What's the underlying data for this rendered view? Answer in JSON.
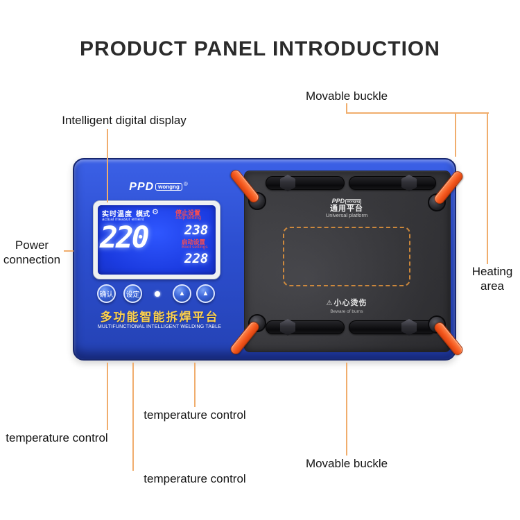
{
  "title": "PRODUCT PANEL INTRODUCTION",
  "callouts": {
    "movable_buckle_top": "Movable buckle",
    "intelligent_display": "Intelligent digital display",
    "power_connection": "Power connection",
    "heating_area": "Heating area",
    "temperature_control_left": "temperature control",
    "temperature_control_mid": "temperature control",
    "temperature_control_bottom": "temperature control",
    "movable_buckle_bottom": "Movable buckle"
  },
  "device": {
    "brand": {
      "name": "PPD",
      "sub": "wongng",
      "reg": "®"
    },
    "lcd": {
      "realtime_cn": "实时温度",
      "mode_cn": "模式",
      "gear_icon": "⚙",
      "stop_setting_cn": "停止设置",
      "stop_setting_en": "Stop setting",
      "actual_en": "actual measur ement",
      "current_temp": "220",
      "stop_temp": "238",
      "boot_setting_cn": "启动设置",
      "boot_setting_en": "Boot settings",
      "boot_temp": "228"
    },
    "buttons": {
      "confirm": "确认",
      "set": "设定",
      "up_icon": "▲"
    },
    "panel_title_cn": "多功能智能拆焊平台",
    "panel_title_en": "MULTIFUNCTIONAL INTELLIGENT WELDING TABLE",
    "platform": {
      "brand": "PPD",
      "brand_sub": "wongng",
      "universal_cn": "通用平台",
      "universal_en": "Universal platform",
      "warning_icon": "⚠",
      "warning_cn": "小心烫伤",
      "warning_en": "Beware of burns"
    }
  },
  "colors": {
    "leader_line": "#f0ad6d",
    "device_blue": "#2c4ecf",
    "buckle_orange": "#f4561c",
    "lcd_blue": "#1b3be0",
    "panel_title_yellow": "#ffd34d",
    "setting_red": "#ff4d4d"
  }
}
